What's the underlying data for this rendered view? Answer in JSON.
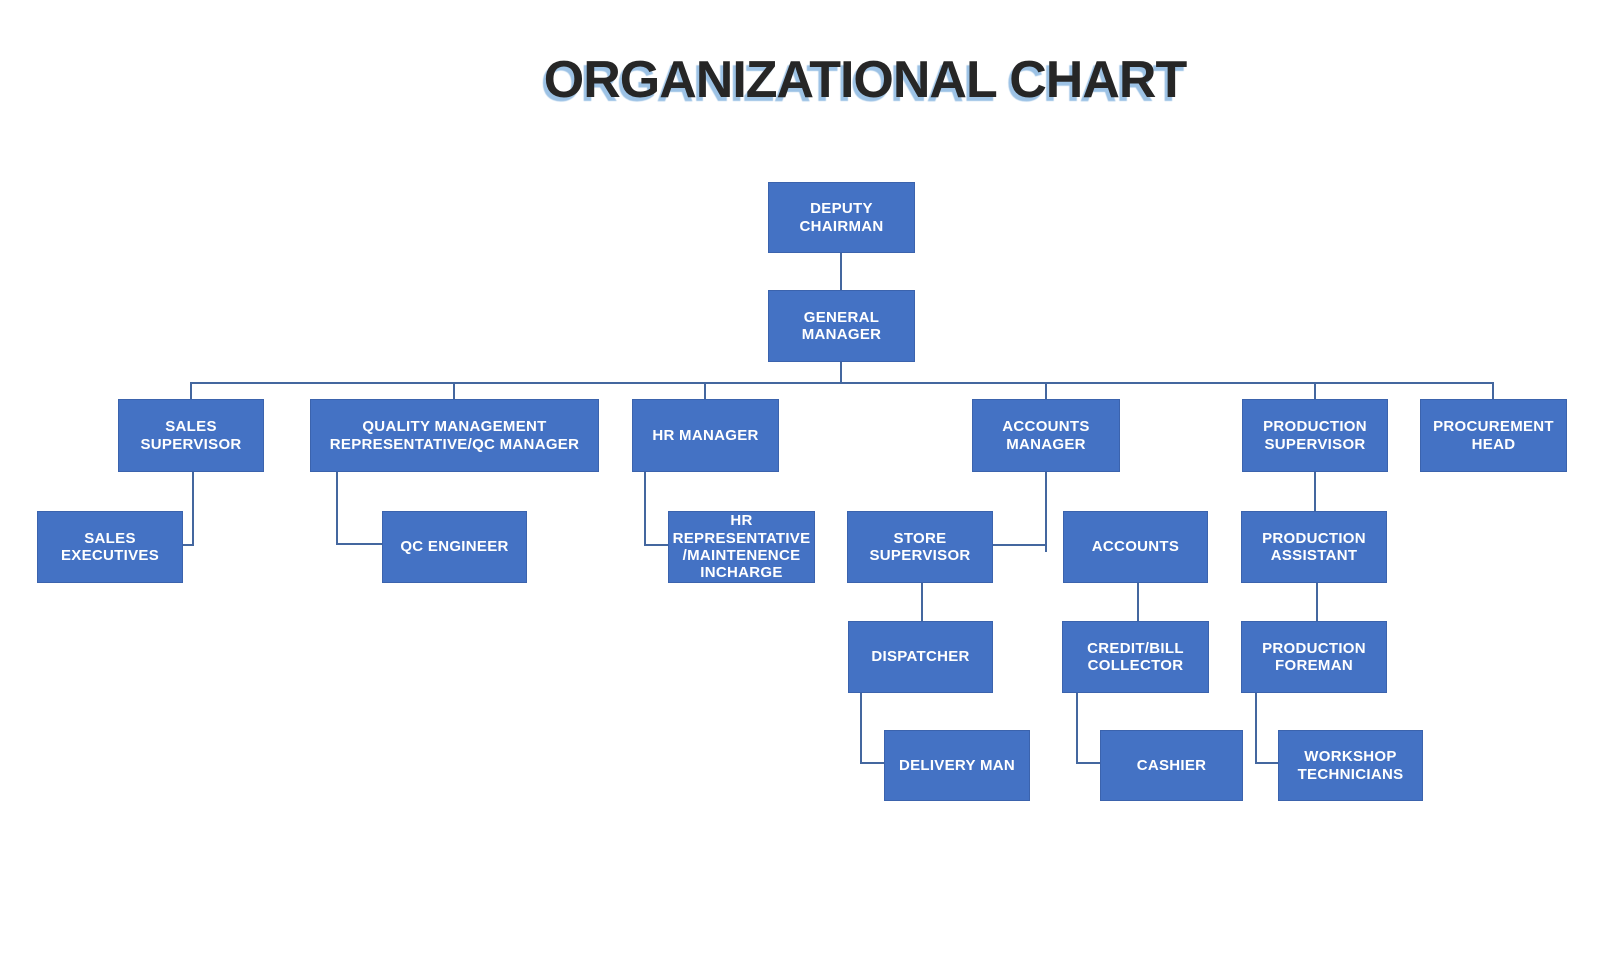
{
  "title": "ORGANIZATIONAL CHART",
  "colors": {
    "background": "#ffffff",
    "box_fill": "#4472c4",
    "box_border": "#3b63ad",
    "box_text": "#ffffff",
    "connector": "#44679f",
    "title_text": "#262626",
    "title_shadow": "#9cc2e5"
  },
  "nodes": {
    "deputy_chairman": {
      "label": "DEPUTY CHAIRMAN",
      "level": 1,
      "reports_to": null
    },
    "general_manager": {
      "label": "GENERAL MANAGER",
      "level": 2,
      "reports_to": "DEPUTY CHAIRMAN"
    },
    "sales_supervisor": {
      "label": "SALES SUPERVISOR",
      "level": 3,
      "reports_to": "GENERAL MANAGER"
    },
    "quality_management": {
      "label": "QUALITY MANAGEMENT REPRESENTATIVE/QC MANAGER",
      "level": 3,
      "reports_to": "GENERAL MANAGER"
    },
    "hr_manager": {
      "label": "HR MANAGER",
      "level": 3,
      "reports_to": "GENERAL MANAGER"
    },
    "accounts_manager": {
      "label": "ACCOUNTS MANAGER",
      "level": 3,
      "reports_to": "GENERAL MANAGER"
    },
    "production_supervisor": {
      "label": "PRODUCTION SUPERVISOR",
      "level": 3,
      "reports_to": "GENERAL MANAGER"
    },
    "procurement_head": {
      "label": "PROCUREMENT HEAD",
      "level": 3,
      "reports_to": "GENERAL MANAGER"
    },
    "sales_executives": {
      "label": "SALES EXECUTIVES",
      "level": 4,
      "reports_to": "SALES SUPERVISOR"
    },
    "qc_engineer": {
      "label": "QC ENGINEER",
      "level": 4,
      "reports_to": "QUALITY MANAGEMENT REPRESENTATIVE/QC MANAGER"
    },
    "hr_representative": {
      "label": "HR REPRESENTATIVE /MAINTENENCE INCHARGE",
      "level": 4,
      "reports_to": "HR MANAGER"
    },
    "store_supervisor": {
      "label": "STORE SUPERVISOR",
      "level": 4,
      "reports_to": "ACCOUNTS MANAGER"
    },
    "accounts": {
      "label": "ACCOUNTS",
      "level": 4,
      "reports_to": "ACCOUNTS MANAGER"
    },
    "production_assistant": {
      "label": "PRODUCTION ASSISTANT",
      "level": 4,
      "reports_to": "PRODUCTION SUPERVISOR"
    },
    "dispatcher": {
      "label": "DISPATCHER",
      "level": 5,
      "reports_to": "STORE SUPERVISOR"
    },
    "credit_bill_collector": {
      "label": "CREDIT/BILL COLLECTOR",
      "level": 5,
      "reports_to": "ACCOUNTS"
    },
    "production_foreman": {
      "label": "PRODUCTION FOREMAN",
      "level": 5,
      "reports_to": "PRODUCTION ASSISTANT"
    },
    "delivery_man": {
      "label": "DELIVERY MAN",
      "level": 6,
      "reports_to": "DISPATCHER"
    },
    "cashier": {
      "label": "CASHIER",
      "level": 6,
      "reports_to": "CREDIT/BILL COLLECTOR"
    },
    "workshop_technicians": {
      "label": "WORKSHOP TECHNICIANS",
      "level": 6,
      "reports_to": "PRODUCTION FOREMAN"
    }
  }
}
